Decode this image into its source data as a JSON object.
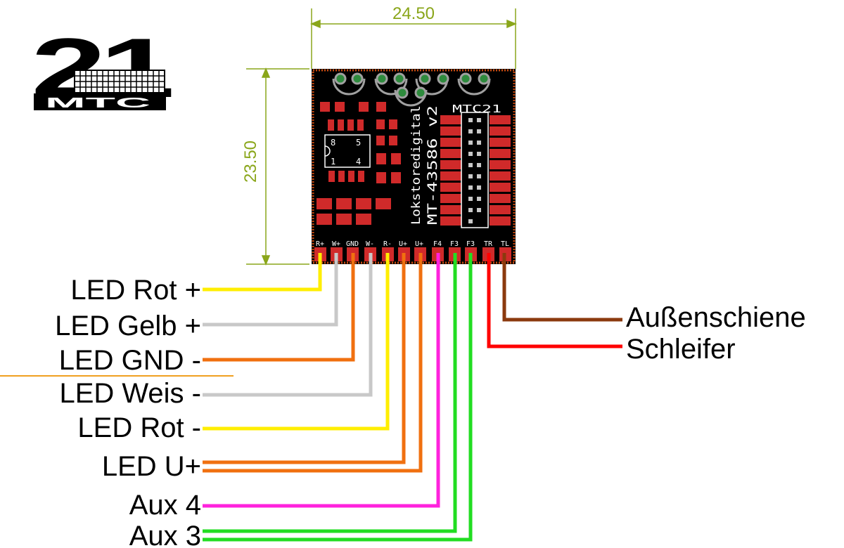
{
  "dimensions": {
    "width": "24.50",
    "height": "23.50"
  },
  "logo": {
    "number": "21",
    "brand": "MTC"
  },
  "board": {
    "silkscreen_header": "MTC21",
    "silkscreen_vendor": "Lokstoredigital",
    "silkscreen_model": "MT-43586 v2",
    "ic_pins_top": [
      "8",
      "5"
    ],
    "ic_pins_bottom": [
      "1",
      "4"
    ],
    "pad_labels": [
      "R+",
      "W+",
      "GND",
      "W-",
      "R-",
      "U+",
      "U+",
      "F4",
      "F3",
      "F3",
      "TR",
      "TL"
    ]
  },
  "wire_colors": {
    "yellow": "#ffee00",
    "gray": "#c8c8c8",
    "orange": "#f07010",
    "magenta": "#ff22dd",
    "green": "#22dd22",
    "red": "#ff0000",
    "brown": "#8b3a0e"
  },
  "left_labels": [
    "LED Rot +",
    "LED Gelb +",
    "LED GND -",
    "LED Weis -",
    "LED Rot -",
    "LED U+",
    "Aux 4",
    "Aux 3"
  ],
  "right_labels": [
    "Außenschiene",
    "Schleifer"
  ]
}
